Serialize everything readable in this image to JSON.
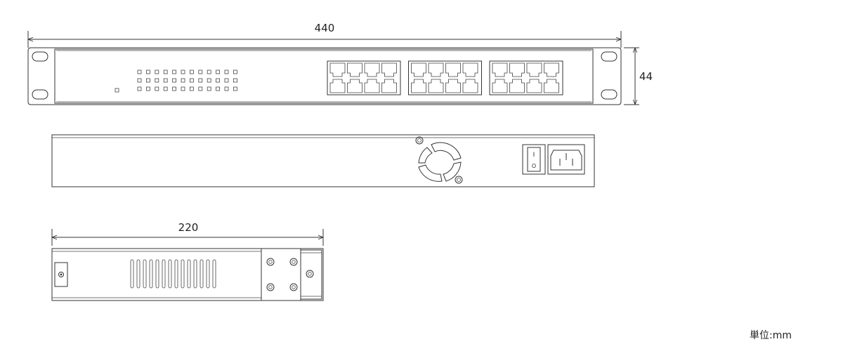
{
  "dimensions": {
    "width_label": "440",
    "height_label": "44",
    "depth_label": "220"
  },
  "unit_label": "単位:mm",
  "front_panel": {
    "led_columns": 12,
    "led_rows": 3,
    "port_groups": 3,
    "ports_per_group": 8
  },
  "rear_panel": {
    "fan_count": 1,
    "power_switch_symbols": [
      "I",
      "O"
    ]
  },
  "icons": [
    "power-switch-icon",
    "ac-power-inlet-icon",
    "fan-icon",
    "screw-icon",
    "vent-slots-icon"
  ]
}
